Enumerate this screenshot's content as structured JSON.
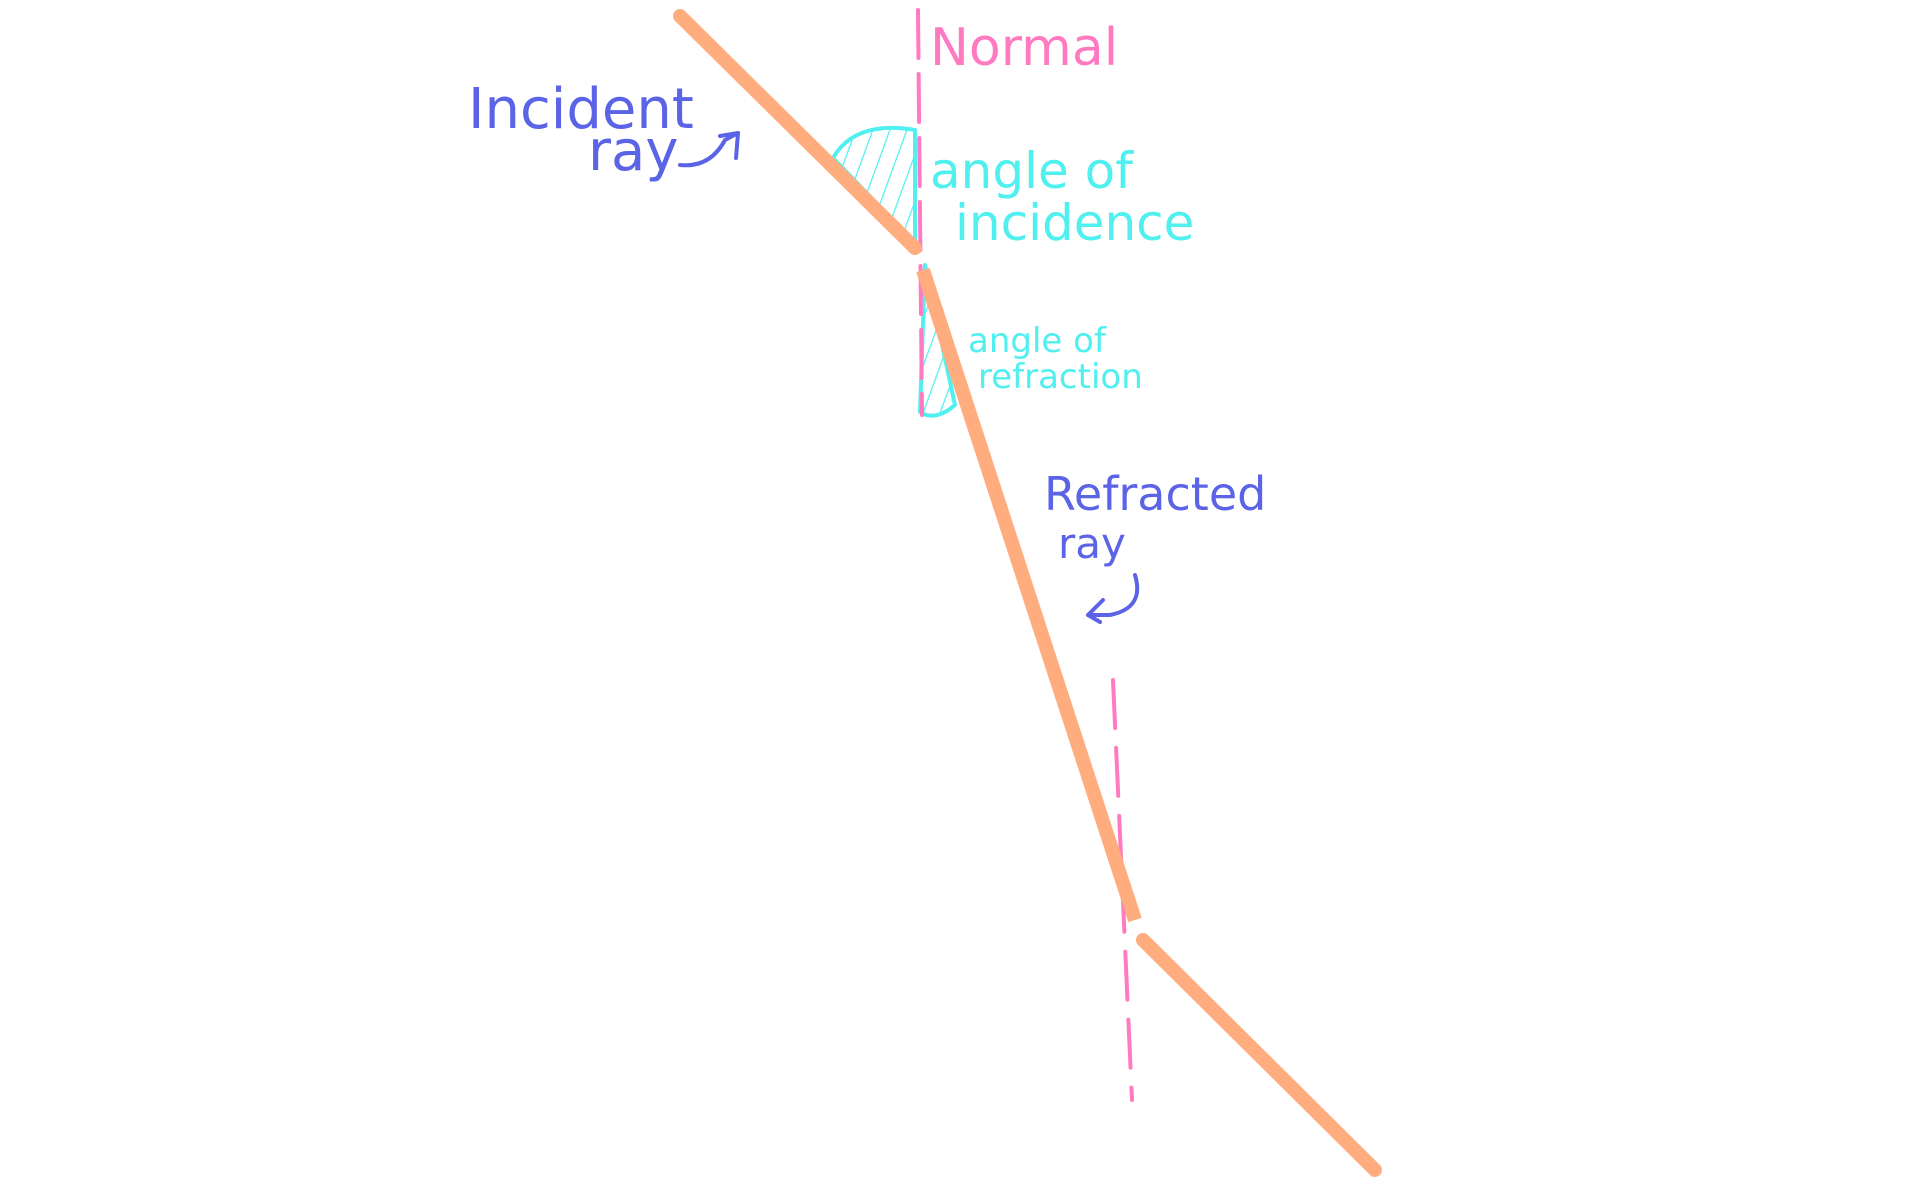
{
  "labels": {
    "normal": "Normal",
    "incident_ray": [
      "Incident",
      "ray"
    ],
    "angle_of_incidence": [
      "angle of",
      "incidence"
    ],
    "angle_of_refraction": [
      "angle of",
      "refraction"
    ],
    "refracted_ray": [
      "Refracted",
      "ray"
    ]
  },
  "colors": {
    "ray": "#ffad7f",
    "normal_line": "#ff7ac0",
    "angle": "#4ff0ef",
    "ray_label": "#5b63e6",
    "background": "#ffffff"
  }
}
